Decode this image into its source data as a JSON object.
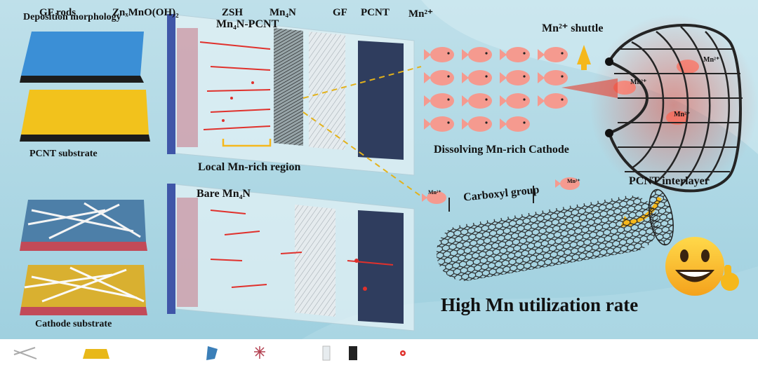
{
  "labels": {
    "deposition_morphology": "Deposition morphology",
    "pcnt_substrate": "PCNT substrate",
    "cathode_substrate": "Cathode substrate",
    "mn4n_pcnt": "Mn₄N-PCNT",
    "local_mn_rich": "Local Mn-rich region",
    "bare_mn4n": "Bare Mn₄N",
    "mn_shuttle": "Mn²⁺ shuttle",
    "dissolving": "Dissolving Mn-rich Cathode",
    "pcnt_interlayer": "PCNT interlayer",
    "carboxyl": "Carboxyl group",
    "high_mn": "High Mn utilization rate",
    "mn_ion": "Mn²⁺"
  },
  "legend": [
    {
      "icon": "gf-rods-icon",
      "label": "GF rods"
    },
    {
      "icon": "zn-mno-oh-icon",
      "label": "ZnₓMnO(OH)₂"
    },
    {
      "icon": "zsh-icon",
      "label": "ZSH"
    },
    {
      "icon": "mn4n-icon",
      "label": "Mn₄N"
    },
    {
      "icon": "gf-icon",
      "label": "GF"
    },
    {
      "icon": "pcnt-icon",
      "label": "PCNT"
    },
    {
      "icon": "mn-ion-icon",
      "label": "Mn²⁺"
    }
  ],
  "colors": {
    "background": "#c9e6ee",
    "fish": "#f59a8f",
    "accent_yellow": "#f5b81c",
    "cathode_plate": "#334466",
    "anode_plate": "#3f56a8",
    "red_ion": "#e0312c"
  }
}
